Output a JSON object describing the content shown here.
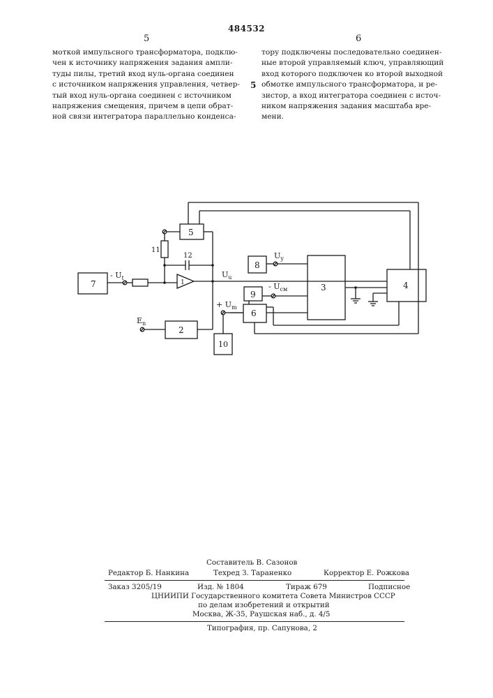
{
  "header": {
    "patent_number": "484532",
    "col_left": "5",
    "col_right": "6",
    "line_marker": "5"
  },
  "text_left": [
    "моткой импульсного трансформатора, подклю-",
    "чен к источнику напряжения задания ампли-",
    "туды пилы, третий вход нуль-органа соединен",
    "с источником напряжения управления, четвер-",
    "тый вход нуль-органа соединен с источником",
    "напряжения смещения, причем в цепи обрат-",
    "ной связи интегратора параллельно конденса-"
  ],
  "text_right": [
    "тору подключены последовательно соединен-",
    "ные второй управляемый ключ, управляющий",
    "вход которого подключен ко второй выходной",
    "обмотке импульсного трансформатора, и ре-",
    "зистор, а вход интегратора соединен с источ-",
    "ником напряжения задания масштаба вре-",
    "мени."
  ],
  "diagram": {
    "blocks": {
      "b1": "1",
      "b2": "2",
      "b3": "3",
      "b4": "4",
      "b5": "5",
      "b6": "6",
      "b7": "7",
      "b8": "8",
      "b9": "9",
      "b10": "10"
    },
    "components": {
      "r11": "11",
      "c12": "12"
    },
    "signals": {
      "ut": "- U",
      "ut_sub": "t",
      "uu": "U",
      "uu_sub": "u",
      "uy": "U",
      "uy_sub": "y",
      "ucm": "- U",
      "ucm_sub": "см",
      "um": "+ U",
      "um_sub": "m",
      "en": "E",
      "en_sub": "n"
    }
  },
  "colophon": {
    "compiler": "Составитель В. Сазонов",
    "editor": "Редактор Б. Нанкина",
    "techred": "Техред З. Тараненко",
    "corrector": "Корректор Е. Рожкова",
    "order": "Заказ 3205/19",
    "edition": "Изд. № 1804",
    "circulation": "Тираж 679",
    "subscription": "Подписное",
    "org_line1": "ЦНИИПИ Государственного комитета Совета Министров СССР",
    "org_line2": "по делам изобретений и открытий",
    "org_line3": "Москва, Ж-35, Раушская наб., д. 4/5",
    "printer": "Типография, пр. Сапунова, 2"
  }
}
